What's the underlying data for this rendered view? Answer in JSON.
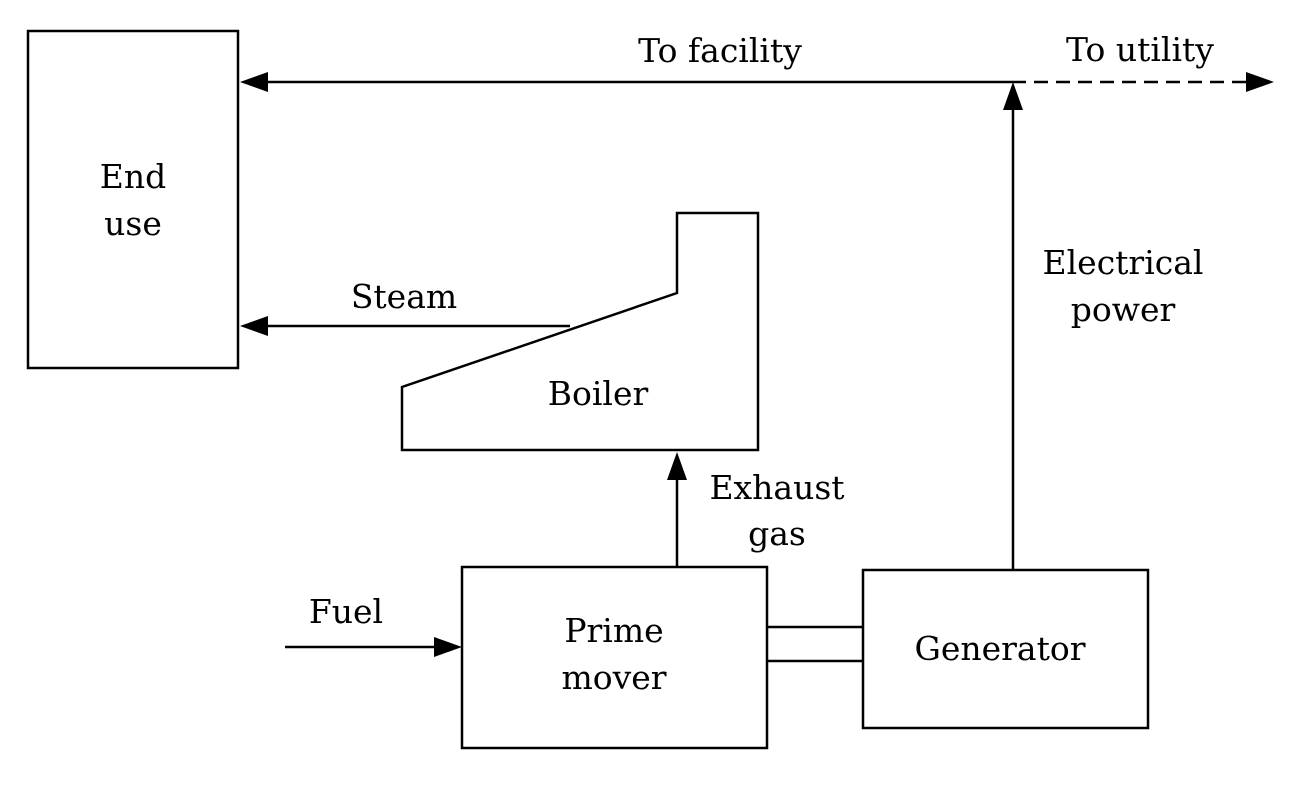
{
  "nodes": {
    "end_use": {
      "line1": "End",
      "line2": "use"
    },
    "boiler": {
      "label": "Boiler"
    },
    "prime_mover": {
      "line1": "Prime",
      "line2": "mover"
    },
    "generator": {
      "label": "Generator"
    }
  },
  "flows": {
    "to_facility": "To facility",
    "to_utility": "To utility",
    "steam": "Steam",
    "electrical_power": {
      "line1": "Electrical",
      "line2": "power"
    },
    "exhaust_gas": {
      "line1": "Exhaust",
      "line2": "gas"
    },
    "fuel": "Fuel"
  },
  "colors": {
    "stroke": "#000000",
    "background": "#ffffff"
  }
}
